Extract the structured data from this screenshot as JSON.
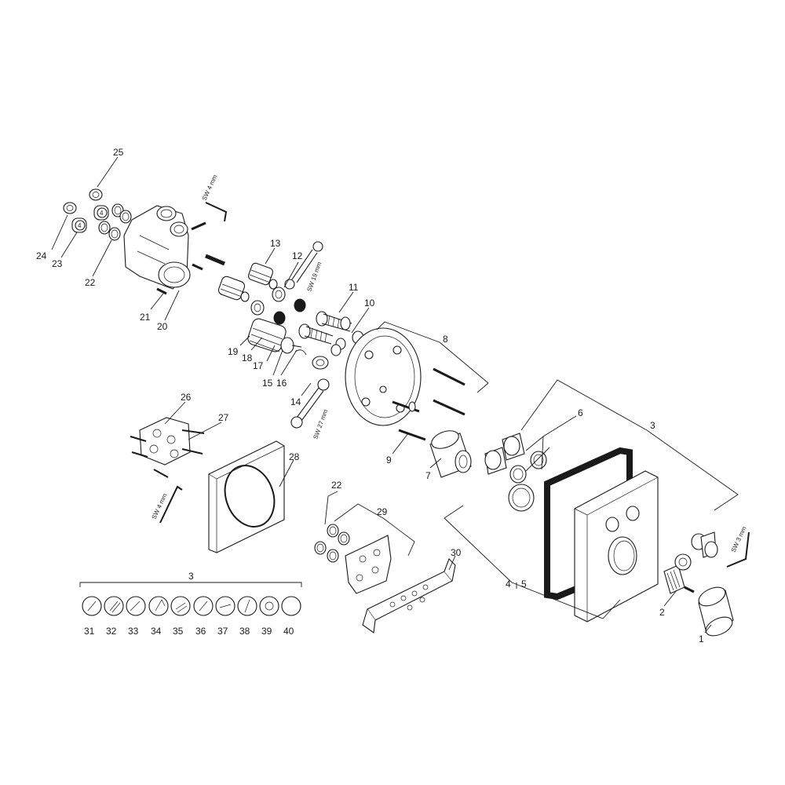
{
  "labels": {
    "n1": "1",
    "n2": "2",
    "n3a": "3",
    "n3b": "3",
    "n4": "4",
    "n5": "5",
    "n6": "6",
    "n7": "7",
    "n8": "8",
    "n9": "9",
    "n10": "10",
    "n11": "11",
    "n12": "12",
    "n13": "13",
    "n14": "14",
    "n15": "15",
    "n16": "16",
    "n17": "17",
    "n18": "18",
    "n19": "19",
    "n20": "20",
    "n21": "21",
    "n22a": "22",
    "n22b": "22",
    "n23": "23",
    "n24": "24",
    "n25": "25",
    "n26": "26",
    "n27": "27",
    "n28": "28",
    "n29": "29",
    "n30": "30",
    "n31": "31",
    "n32": "32",
    "n33": "33",
    "n34": "34",
    "n35": "35",
    "n36": "36",
    "n37": "37",
    "n38": "38",
    "n39": "39",
    "n40": "40"
  },
  "tools": {
    "sw4_top": "SW 4 mm",
    "sw19": "SW 19 mm",
    "sw27": "SW 27 mm",
    "sw4_left": "SW 4 mm",
    "sw3": "SW 3 mm"
  },
  "knob_badges": {
    "a": "4",
    "b": "4"
  }
}
